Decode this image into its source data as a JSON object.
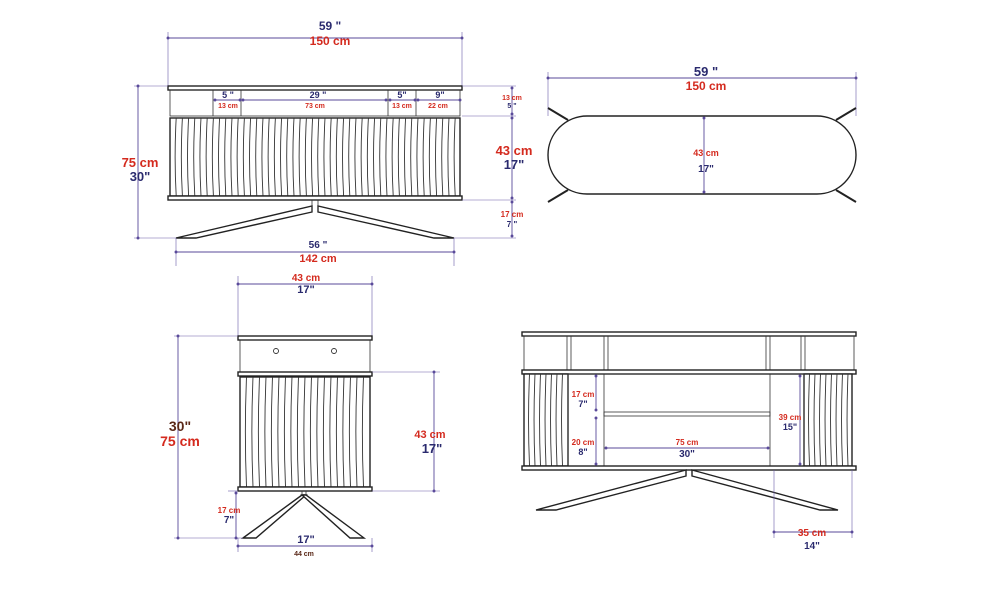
{
  "colors": {
    "metric": "#d42a1e",
    "imperial": "#2a2a6e",
    "dim_line": "#5a4a9a",
    "outline": "#222222"
  },
  "front_view": {
    "total_width_in": "59 \"",
    "total_width_cm": "150 cm",
    "height_cm": "75 cm",
    "height_in": "30\"",
    "left_cell_in": "5 \"",
    "left_cell_cm": "13 cm",
    "center_cell_in": "29 \"",
    "center_cell_cm": "73 cm",
    "right_cell_in": "5\"",
    "right_cell_cm": "13 cm",
    "end_cell_in": "9\"",
    "end_cell_cm": "22 cm",
    "top_gap_cm": "13 cm",
    "top_gap_in": "5 \"",
    "body_height_cm": "43 cm",
    "body_height_in": "17\"",
    "leg_height_cm": "17 cm",
    "leg_height_in": "7 \"",
    "base_width_in": "56 \"",
    "base_width_cm": "142 cm"
  },
  "top_view": {
    "width_in": "59 \"",
    "width_cm": "150 cm",
    "depth_cm": "43 cm",
    "depth_in": "17\""
  },
  "side_view": {
    "top_width_cm": "43 cm",
    "top_width_in": "17\"",
    "height_in": "30\"",
    "height_cm": "75 cm",
    "body_height_cm": "43 cm",
    "body_height_in": "17\"",
    "leg_height_cm": "17 cm",
    "leg_height_in": "7\"",
    "base_width_in": "17\"",
    "base_width_cm": "44 cm"
  },
  "back_view": {
    "upper_gap_cm": "17 cm",
    "upper_gap_in": "7\"",
    "shelf_gap_cm": "20 cm",
    "shelf_gap_in": "8\"",
    "inner_width_cm": "75 cm",
    "inner_width_in": "30\"",
    "side_height_cm": "39 cm",
    "side_height_in": "15\"",
    "leg_depth_cm": "35 cm",
    "leg_depth_in": "14\""
  }
}
